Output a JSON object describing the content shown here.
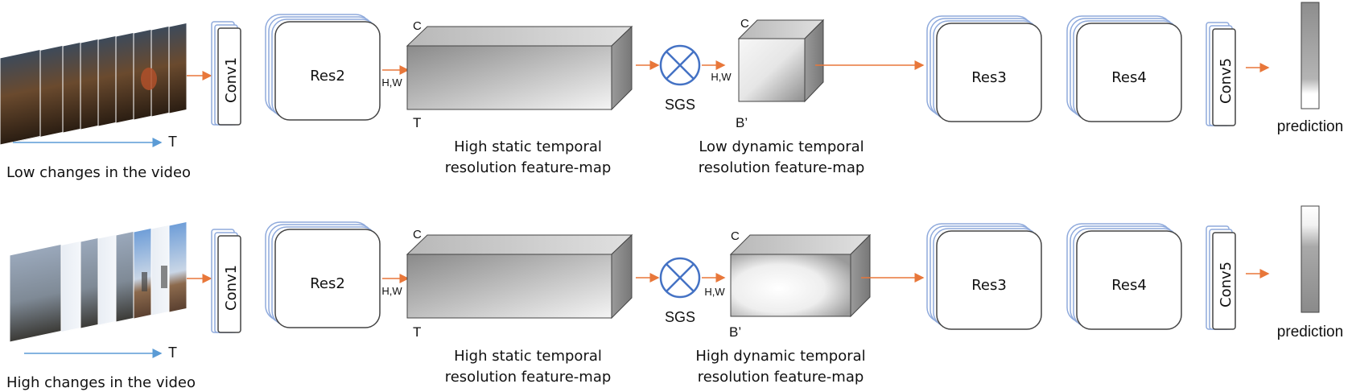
{
  "rows": [
    {
      "id": "top",
      "input_caption": "Low changes in the video",
      "time_axis_label": "T",
      "conv1_label": "Conv1",
      "res2_label": "Res2",
      "hw_label_1": "H,W",
      "static_map": {
        "c_label": "C",
        "t_label": "T",
        "caption_line1": "High static temporal",
        "caption_line2": "resolution feature-map"
      },
      "sgs_label": "SGS",
      "hw_label_2": "H,W",
      "dynamic_map": {
        "c_label": "C",
        "b_label": "B’",
        "caption_line1": "Low dynamic temporal",
        "caption_line2": "resolution feature-map"
      },
      "res3_label": "Res3",
      "res4_label": "Res4",
      "conv5_label": "Conv5",
      "prediction_label": "prediction"
    },
    {
      "id": "bottom",
      "input_caption": "High changes in the video",
      "time_axis_label": "T",
      "conv1_label": "Conv1",
      "res2_label": "Res2",
      "hw_label_1": "H,W",
      "static_map": {
        "c_label": "C",
        "t_label": "T",
        "caption_line1": "High static temporal",
        "caption_line2": "resolution feature-map"
      },
      "sgs_label": "SGS",
      "hw_label_2": "H,W",
      "dynamic_map": {
        "c_label": "C",
        "b_label": "B’",
        "caption_line1": "High dynamic temporal",
        "caption_line2": "resolution feature-map"
      },
      "res3_label": "Res3",
      "res4_label": "Res4",
      "conv5_label": "Conv5",
      "prediction_label": "prediction"
    }
  ],
  "colors": {
    "arrow": "#e8773a",
    "time_axis": "#5b9bd5",
    "sgs_circle": "#4472c4",
    "block_edge": "#8faadc",
    "block_border": "#444444"
  },
  "icons": {
    "sgs": "circled-cross-icon"
  }
}
